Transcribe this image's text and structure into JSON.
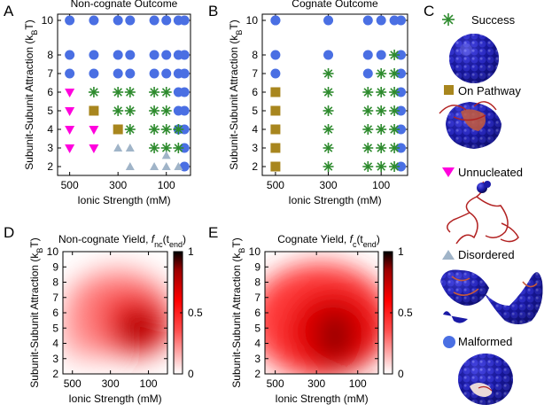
{
  "panels": {
    "A": "A",
    "B": "B",
    "C": "C",
    "D": "D",
    "E": "E"
  },
  "colors": {
    "success": "#2e8b2e",
    "on_pathway": "#a8861e",
    "unnucleated": "#ff00dd",
    "disordered": "#a0b4c8",
    "malformed": "#4a6fe3",
    "capsid": "#1a1aa6",
    "strand": "#b22222"
  },
  "legend": {
    "items": [
      {
        "key": "success",
        "label": "Success",
        "icon": "asterisk-icon"
      },
      {
        "key": "on_pathway",
        "label": "On Pathway",
        "icon": "square-icon"
      },
      {
        "key": "unnucleated",
        "label": "Unnucleated",
        "icon": "triangle-down-icon"
      },
      {
        "key": "disordered",
        "label": "Disordered",
        "icon": "triangle-up-icon"
      },
      {
        "key": "malformed",
        "label": "Malformed",
        "icon": "circle-icon"
      }
    ]
  },
  "chart_data": [
    {
      "id": "A",
      "type": "scatter",
      "title": "Non-cognate Outcome",
      "xlabel": "Ionic Strength (mM)",
      "ylabel": "Subunit-Subunit Attraction (k_BT)",
      "xlim": [
        550,
        0
      ],
      "ylim": [
        1.6,
        10.4
      ],
      "xticks": [
        500,
        300,
        100
      ],
      "yticks": [
        2,
        3,
        4,
        5,
        6,
        7,
        8,
        10
      ],
      "x_columns": [
        500,
        400,
        300,
        250,
        150,
        100,
        50,
        25
      ],
      "series": [
        {
          "key": "malformed",
          "points": [
            [
              500,
              10
            ],
            [
              400,
              10
            ],
            [
              300,
              10
            ],
            [
              250,
              10
            ],
            [
              150,
              10
            ],
            [
              100,
              10
            ],
            [
              50,
              10
            ],
            [
              25,
              10
            ],
            [
              500,
              8
            ],
            [
              400,
              8
            ],
            [
              300,
              8
            ],
            [
              250,
              8
            ],
            [
              150,
              8
            ],
            [
              100,
              8
            ],
            [
              50,
              8
            ],
            [
              25,
              8
            ],
            [
              500,
              7
            ],
            [
              400,
              7
            ],
            [
              300,
              7
            ],
            [
              250,
              7
            ],
            [
              150,
              7
            ],
            [
              100,
              7
            ],
            [
              50,
              7
            ],
            [
              25,
              7
            ],
            [
              50,
              6
            ],
            [
              25,
              6
            ],
            [
              50,
              5
            ],
            [
              25,
              5
            ],
            [
              50,
              4
            ],
            [
              25,
              4
            ],
            [
              25,
              3
            ],
            [
              25,
              2
            ]
          ]
        },
        {
          "key": "success",
          "points": [
            [
              400,
              6
            ],
            [
              300,
              6
            ],
            [
              250,
              6
            ],
            [
              150,
              6
            ],
            [
              100,
              6
            ],
            [
              300,
              5
            ],
            [
              250,
              5
            ],
            [
              150,
              5
            ],
            [
              100,
              5
            ],
            [
              250,
              4
            ],
            [
              150,
              4
            ],
            [
              100,
              4
            ],
            [
              50,
              4
            ],
            [
              150,
              3
            ],
            [
              100,
              3
            ],
            [
              50,
              3
            ]
          ]
        },
        {
          "key": "on_pathway",
          "points": [
            [
              400,
              5
            ],
            [
              300,
              4
            ]
          ]
        },
        {
          "key": "unnucleated",
          "points": [
            [
              500,
              6
            ],
            [
              500,
              5
            ],
            [
              500,
              4
            ],
            [
              400,
              4
            ],
            [
              500,
              3
            ],
            [
              400,
              3
            ]
          ]
        },
        {
          "key": "disordered",
          "points": [
            [
              300,
              3
            ],
            [
              250,
              3
            ],
            [
              100,
              2.6
            ],
            [
              250,
              2
            ],
            [
              150,
              2
            ],
            [
              100,
              2
            ],
            [
              50,
              2
            ]
          ]
        }
      ]
    },
    {
      "id": "B",
      "type": "scatter",
      "title": "Cognate Outcome",
      "xlabel": "Ionic Strength (mM)",
      "ylabel": "Subunit-Subunit Attraction (k_BT)",
      "xlim": [
        550,
        0
      ],
      "ylim": [
        1.6,
        10.4
      ],
      "xticks": [
        500,
        300,
        100
      ],
      "yticks": [
        2,
        3,
        4,
        5,
        6,
        7,
        8,
        10
      ],
      "series": [
        {
          "key": "malformed",
          "points": [
            [
              500,
              10
            ],
            [
              300,
              10
            ],
            [
              150,
              10
            ],
            [
              100,
              10
            ],
            [
              50,
              10
            ],
            [
              25,
              10
            ],
            [
              500,
              8
            ],
            [
              300,
              8
            ],
            [
              150,
              8
            ],
            [
              100,
              8
            ],
            [
              25,
              8
            ],
            [
              500,
              7
            ],
            [
              150,
              7
            ],
            [
              25,
              7
            ],
            [
              25,
              6
            ],
            [
              25,
              5
            ],
            [
              25,
              4
            ],
            [
              25,
              3
            ],
            [
              25,
              2
            ],
            [
              500,
              10
            ]
          ]
        },
        {
          "key": "success",
          "points": [
            [
              50,
              8
            ],
            [
              300,
              7
            ],
            [
              100,
              7
            ],
            [
              50,
              7
            ],
            [
              300,
              6
            ],
            [
              150,
              6
            ],
            [
              100,
              6
            ],
            [
              50,
              6
            ],
            [
              300,
              5
            ],
            [
              150,
              5
            ],
            [
              100,
              5
            ],
            [
              50,
              5
            ],
            [
              300,
              4
            ],
            [
              150,
              4
            ],
            [
              100,
              4
            ],
            [
              50,
              4
            ],
            [
              300,
              3
            ],
            [
              150,
              3
            ],
            [
              100,
              3
            ],
            [
              50,
              3
            ],
            [
              300,
              2
            ],
            [
              150,
              2
            ],
            [
              100,
              2
            ],
            [
              50,
              2
            ]
          ]
        },
        {
          "key": "on_pathway",
          "points": [
            [
              500,
              6
            ],
            [
              500,
              5
            ],
            [
              500,
              4
            ],
            [
              500,
              3
            ],
            [
              500,
              2
            ]
          ]
        }
      ]
    },
    {
      "id": "D",
      "type": "heatmap",
      "title_prefix": "Non-cognate Yield, ",
      "title_f": "f",
      "title_sub": "nc",
      "title_arg": "(t",
      "title_arg_sub": "end",
      "title_close": ")",
      "xlabel": "Ionic Strength (mM)",
      "ylabel": "Subunit-Subunit Attraction (k_BT)",
      "xlim": [
        550,
        0
      ],
      "ylim": [
        2,
        10
      ],
      "xticks": [
        500,
        300,
        100
      ],
      "yticks": [
        2,
        3,
        4,
        5,
        6,
        7,
        8,
        9,
        10
      ],
      "colorbar_ticks": [
        0,
        0.5,
        1
      ],
      "colorbar_labels": [
        "0",
        "0.5",
        "1"
      ],
      "peak": {
        "x": 160,
        "y": 5,
        "value": 0.95
      }
    },
    {
      "id": "E",
      "type": "heatmap",
      "title_prefix": "Cognate Yield, ",
      "title_f": "f",
      "title_sub": "c",
      "title_arg": "(t",
      "title_arg_sub": "end",
      "title_close": ")",
      "xlabel": "Ionic Strength (mM)",
      "ylabel": "Subunit-Subunit Attraction (k_BT)",
      "xlim": [
        550,
        0
      ],
      "ylim": [
        2,
        10
      ],
      "xticks": [
        500,
        300,
        100
      ],
      "yticks": [
        2,
        3,
        4,
        5,
        6,
        7,
        8,
        9,
        10
      ],
      "colorbar_ticks": [
        0,
        0.5,
        1
      ],
      "colorbar_labels": [
        "0",
        "0.5",
        "1"
      ],
      "peak": {
        "x": 200,
        "y": 4.5,
        "value": 1.0
      }
    }
  ]
}
